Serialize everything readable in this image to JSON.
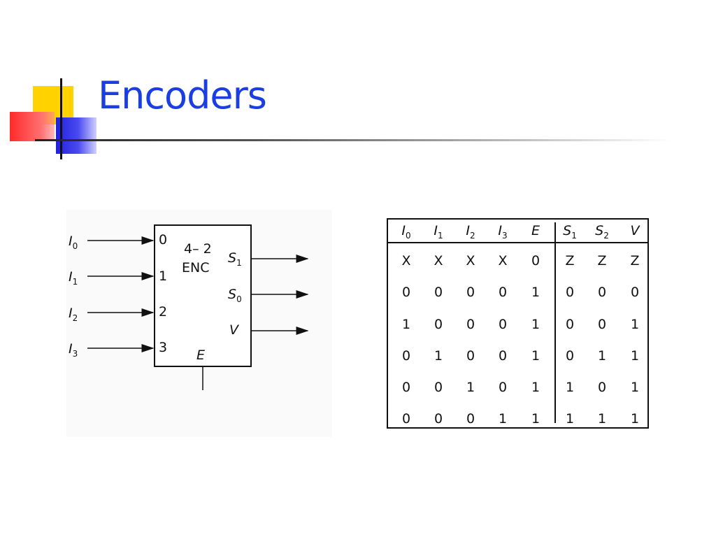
{
  "slide": {
    "title": "Encoders"
  },
  "diagram": {
    "block_label_line1": "4– 2",
    "block_label_line2": "ENC",
    "inputs": [
      {
        "name": "I",
        "sub": "0",
        "pin": "0"
      },
      {
        "name": "I",
        "sub": "1",
        "pin": "1"
      },
      {
        "name": "I",
        "sub": "2",
        "pin": "2"
      },
      {
        "name": "I",
        "sub": "3",
        "pin": "3"
      }
    ],
    "outputs": [
      {
        "name": "S",
        "sub": "1"
      },
      {
        "name": "S",
        "sub": "0"
      },
      {
        "name": "V",
        "sub": ""
      }
    ],
    "enable": "E"
  },
  "truth_table": {
    "headers": [
      {
        "name": "I",
        "sub": "0"
      },
      {
        "name": "I",
        "sub": "1"
      },
      {
        "name": "I",
        "sub": "2"
      },
      {
        "name": "I",
        "sub": "3"
      },
      {
        "name": "E",
        "sub": ""
      },
      {
        "name": "S",
        "sub": "1"
      },
      {
        "name": "S",
        "sub": "2"
      },
      {
        "name": "V",
        "sub": ""
      }
    ],
    "rows": [
      [
        "X",
        "X",
        "X",
        "X",
        "0",
        "Z",
        "Z",
        "Z"
      ],
      [
        "0",
        "0",
        "0",
        "0",
        "1",
        "0",
        "0",
        "0"
      ],
      [
        "1",
        "0",
        "0",
        "0",
        "1",
        "0",
        "0",
        "1"
      ],
      [
        "0",
        "1",
        "0",
        "0",
        "1",
        "0",
        "1",
        "1"
      ],
      [
        "0",
        "0",
        "1",
        "0",
        "1",
        "1",
        "0",
        "1"
      ],
      [
        "0",
        "0",
        "0",
        "1",
        "1",
        "1",
        "1",
        "1"
      ]
    ]
  },
  "colors": {
    "title": "#1a3ee0",
    "deco_yellow": "#ffd200",
    "deco_red": "#ff2a2a",
    "deco_blue": "#2020e0"
  }
}
